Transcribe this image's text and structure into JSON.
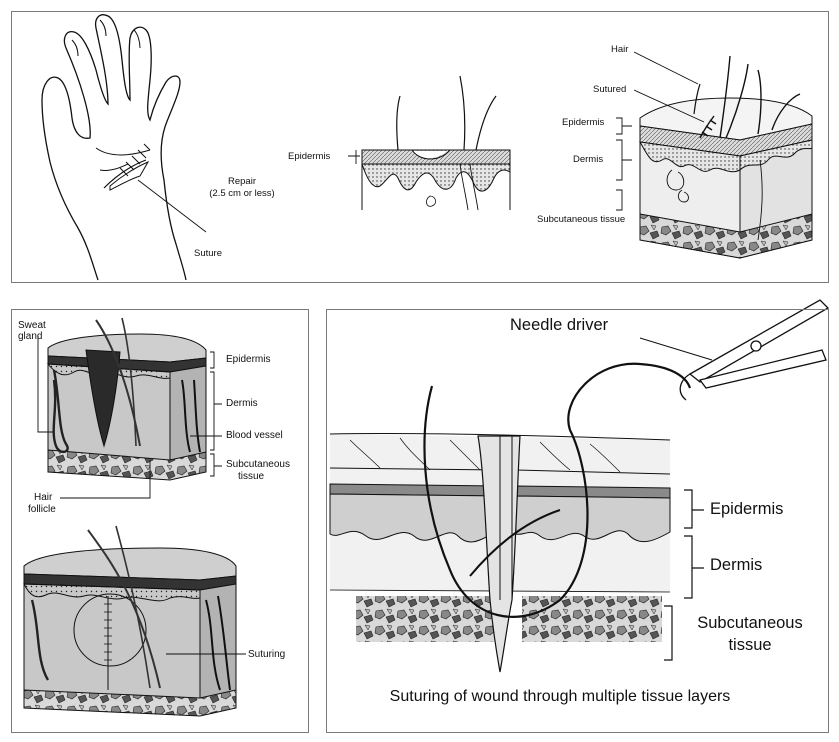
{
  "top_panel": {
    "hand": {
      "repair_label": "Repair",
      "repair_size": "(2.5 cm or less)",
      "suture_label": "Suture"
    },
    "cross_section": {
      "epidermis_label": "Epidermis"
    },
    "sutured_block": {
      "hair_label": "Hair",
      "sutured_label": "Sutured",
      "epidermis_label": "Epidermis",
      "dermis_label": "Dermis",
      "subcutaneous_label": "Subcutaneous tissue"
    }
  },
  "left_panel": {
    "sweat_gland_label": "Sweat gland",
    "epidermis_label": "Epidermis",
    "dermis_label": "Dermis",
    "blood_vessel_label": "Blood vessel",
    "subcutaneous_label_1": "Subcutaneous",
    "subcutaneous_label_2": "tissue",
    "hair_follicle_label_1": "Hair",
    "hair_follicle_label_2": "follicle",
    "suturing_label": "Suturing"
  },
  "right_panel": {
    "needle_driver_label": "Needle driver",
    "epidermis_label": "Epidermis",
    "dermis_label": "Dermis",
    "subcutaneous_label_1": "Subcutaneous",
    "subcutaneous_label_2": "tissue",
    "caption": "Suturing of wound through multiple tissue layers"
  }
}
